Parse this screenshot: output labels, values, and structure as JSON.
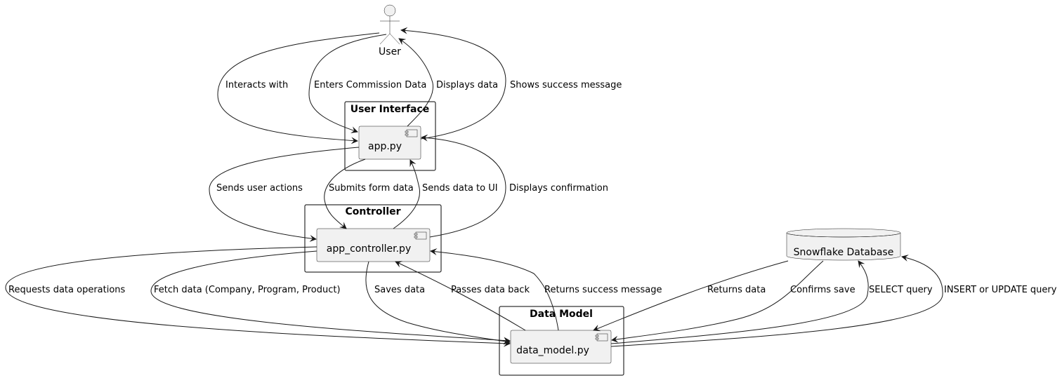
{
  "actor": {
    "name": "User"
  },
  "packages": {
    "ui": "User Interface",
    "controller": "Controller",
    "model": "Data Model"
  },
  "components": {
    "app": "app.py",
    "controller": "app_controller.py",
    "model": "data_model.py"
  },
  "database": {
    "name": "Snowflake Database"
  },
  "edges": {
    "interacts_with": "Interacts with",
    "enters_commission": "Enters Commission Data",
    "displays_data": "Displays data",
    "shows_success": "Shows success message",
    "sends_user_actions": "Sends user actions",
    "submits_form": "Submits form data",
    "sends_data_ui": "Sends data to UI",
    "displays_confirmation": "Displays confirmation",
    "requests_data_ops": "Requests data operations",
    "fetch_data": "Fetch data (Company, Program, Product)",
    "saves_data": "Saves data",
    "passes_back": "Passes data back",
    "returns_success": "Returns success message",
    "returns_data": "Returns data",
    "confirms_save": "Confirms save",
    "select_query": "SELECT query",
    "insert_update": "INSERT or UPDATE query"
  }
}
